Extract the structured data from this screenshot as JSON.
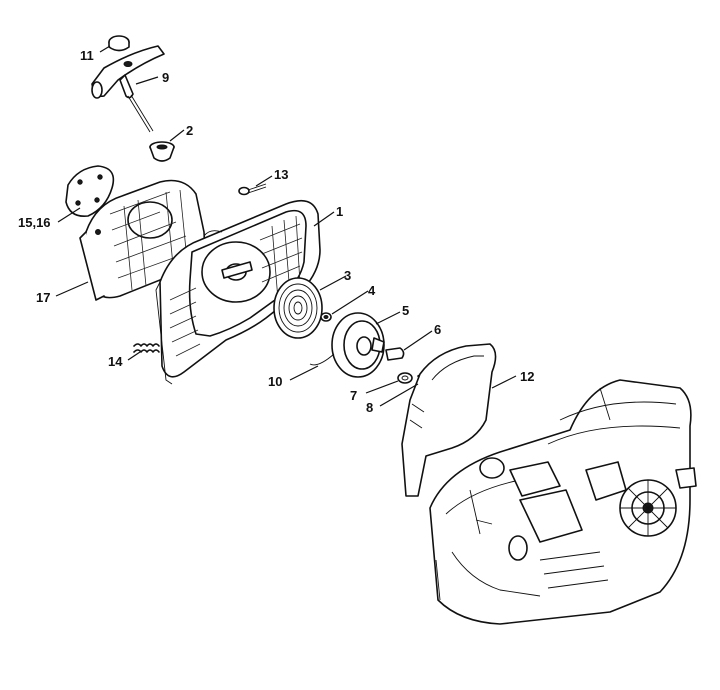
{
  "callouts": {
    "c1": "1",
    "c2": "2",
    "c3": "3",
    "c4": "4",
    "c5": "5",
    "c6": "6",
    "c7": "7",
    "c8": "8",
    "c9": "9",
    "c10": "10",
    "c11": "11",
    "c12": "12",
    "c13": "13",
    "c14": "14",
    "c1516": "15,16",
    "c17": "17"
  },
  "colors": {
    "line": "#111111",
    "background": "#ffffff"
  }
}
